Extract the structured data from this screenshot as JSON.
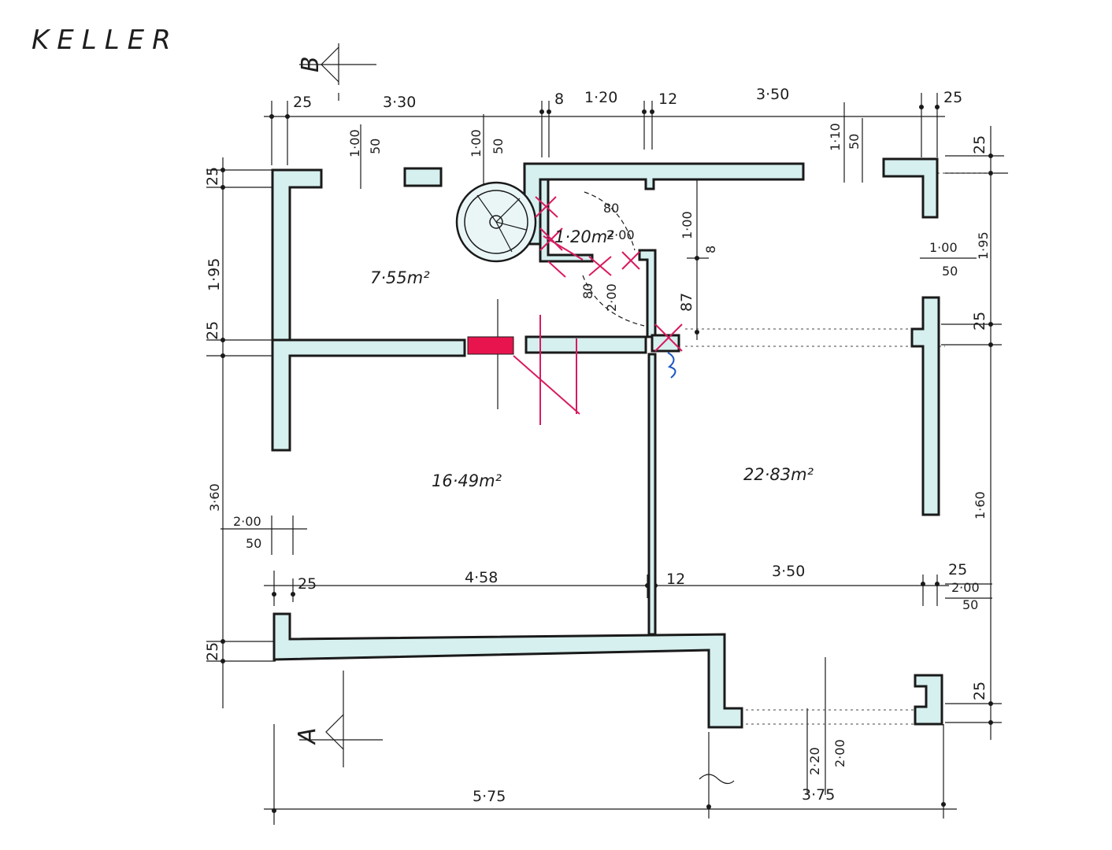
{
  "title": "KELLER",
  "colors": {
    "wall_fill": "#d6efef",
    "wall_line": "#1a1a1a",
    "annotation_red": "#d81b60",
    "annotation_blue": "#1a56c4"
  },
  "section_markers": {
    "top": "B",
    "bottom": "A"
  },
  "rooms": [
    {
      "area": "7·55m²"
    },
    {
      "area": "16·49m²"
    },
    {
      "area": "22·83m²"
    },
    {
      "area": "1·20m²"
    }
  ],
  "dimensions": {
    "top": [
      "25",
      "3·30",
      "8",
      "1·20",
      "12",
      "3·50",
      "25"
    ],
    "top_openings": [
      "1·00",
      "50",
      "1·00",
      "50",
      "1·10",
      "50"
    ],
    "left": [
      "25",
      "1·95",
      "25",
      "3·60",
      "2·00",
      "50",
      "25"
    ],
    "right": [
      "25",
      "1·95",
      "1·00",
      "50",
      "25",
      "1·60",
      "25",
      "2·00",
      "50",
      "25"
    ],
    "middle": [
      "25",
      "4·58",
      "12",
      "3·50"
    ],
    "inner": [
      "80",
      "2·00",
      "1·00",
      "8",
      "80",
      "2·00",
      "87"
    ],
    "bottom": [
      "5·75",
      "3·75",
      "2·20",
      "2·00"
    ]
  }
}
